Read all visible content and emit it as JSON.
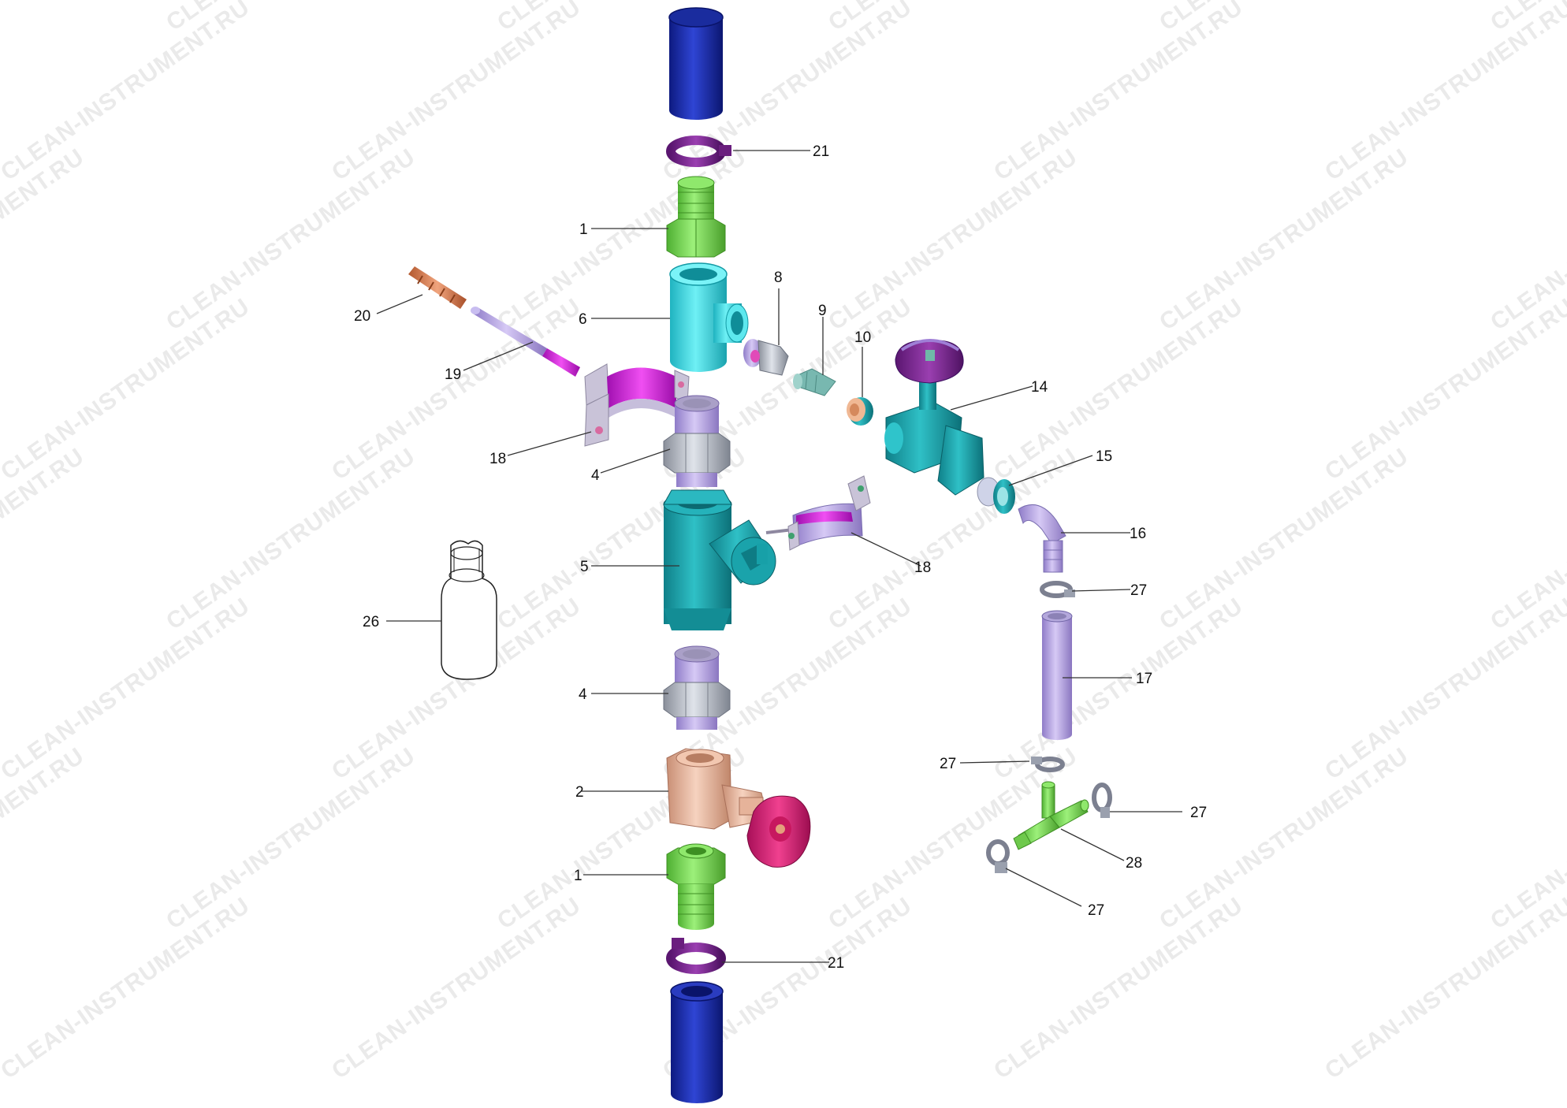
{
  "watermark": "CLEAN-INSTRUMENT.RU",
  "callouts": {
    "c21a": "21",
    "c1a": "1",
    "c20": "20",
    "c6": "6",
    "c8": "8",
    "c9": "9",
    "c10": "10",
    "c19": "19",
    "c14": "14",
    "c18a": "18",
    "c4a": "4",
    "c15": "15",
    "c16": "16",
    "c5": "5",
    "c18b": "18",
    "c27a": "27",
    "c26": "26",
    "c17": "17",
    "c4b": "4",
    "c27b": "27",
    "c2": "2",
    "c27c": "27",
    "c28": "28",
    "c1b": "1",
    "c27d": "27",
    "c21b": "21"
  },
  "colors": {
    "pipe_blue": "#1d2fa8",
    "clamp_purple": "#7a2a8c",
    "fitting_green": "#78d655",
    "tee_cyan": "#3fd6df",
    "strainer_teal": "#1fa9b0",
    "lavender": "#b8a6e6",
    "bracket_magenta": "#d21fd8",
    "valve_bronze": "#e6b39a",
    "handwheel_pink": "#d81a78",
    "needle_valve_purple": "#7b4fb5",
    "dowel_copper": "#d27a4e"
  }
}
